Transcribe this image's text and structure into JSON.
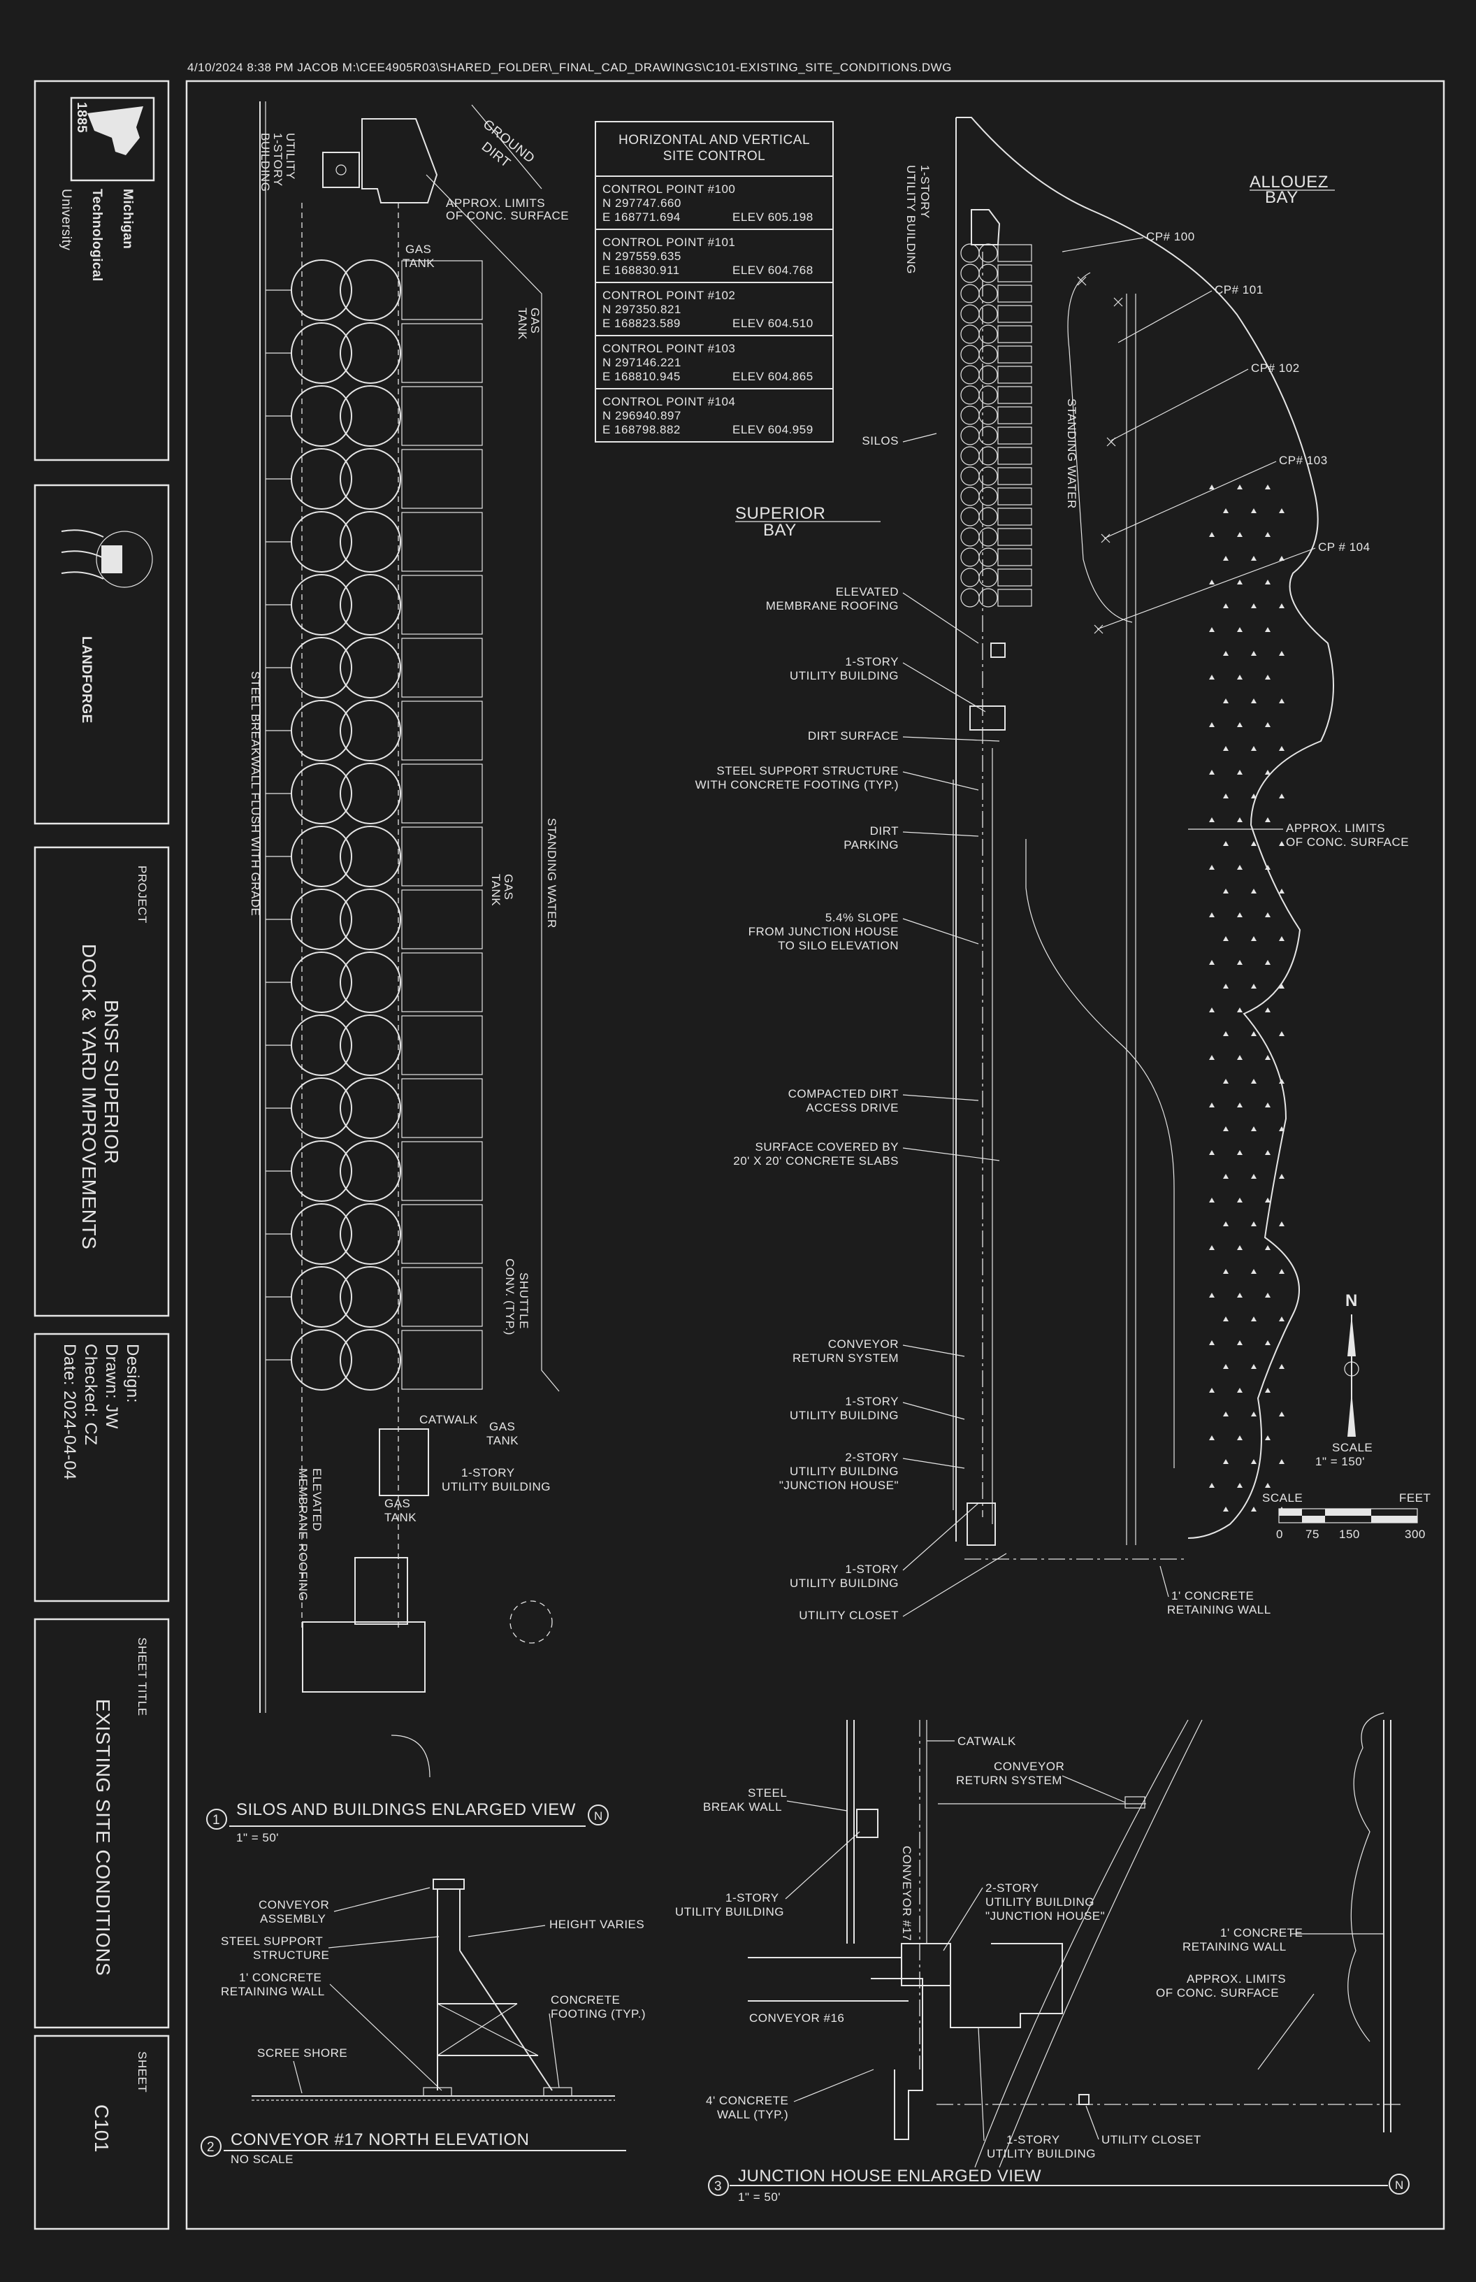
{
  "header": {
    "plot_stamp": "4/10/2024 8:38 PM JACOB M:\\CEE4905R03\\SHARED_FOLDER\\_FINAL_CAD_DRAWINGS\\C101-EXISTING_SITE_CONDITIONS.DWG"
  },
  "title_block": {
    "university": {
      "year": "1885",
      "line1": "Michigan",
      "line2": "Technological",
      "line3": "University"
    },
    "team_logo": "LANDFORGE",
    "project_heading": "PROJECT",
    "project_line1": "BNSF SUPERIOR",
    "project_line2": "DOCK & YARD IMPROVEMENTS",
    "design": "Design:",
    "drawn": "Drawn: JW",
    "checked": "Checked: CZ",
    "date": "Date: 2024-04-04",
    "sheet_title_heading": "SHEET TITLE",
    "sheet_title": "EXISTING SITE CONDITIONS",
    "sheet_heading": "SHEET",
    "sheet_number": "C101"
  },
  "control_table": {
    "title_line1": "HORIZONTAL AND VERTICAL",
    "title_line2": "SITE CONTROL",
    "points": [
      {
        "name": "CONTROL POINT #100",
        "n": "N 297747.660",
        "e": "E 168771.694",
        "elev": "ELEV 605.198"
      },
      {
        "name": "CONTROL POINT #101",
        "n": "N 297559.635",
        "e": "E 168830.911",
        "elev": "ELEV 604.768"
      },
      {
        "name": "CONTROL POINT #102",
        "n": "N 297350.821",
        "e": "E 168823.589",
        "elev": "ELEV 604.510"
      },
      {
        "name": "CONTROL POINT #103",
        "n": "N 297146.221",
        "e": "E 168810.945",
        "elev": "ELEV 604.865"
      },
      {
        "name": "CONTROL POINT #104",
        "n": "N 296940.897",
        "e": "E 168798.882",
        "elev": "ELEV 604.959"
      }
    ]
  },
  "view1": {
    "title": "SILOS AND BUILDINGS ENLARGED VIEW",
    "number": "1",
    "scale": "1\" = 50'",
    "labels": {
      "utility_top_1": "1-STORY",
      "utility_top_2": "UTILITY",
      "utility_top_3": "BUILDING",
      "ground_1": "GROUND",
      "ground_2": "DIRT",
      "conc_1": "APPROX. LIMITS",
      "conc_2": "OF CONC. SURFACE",
      "gas": "GAS",
      "tank": "TANK",
      "breakwall": "STEEL BREAKWALL FLUSH WITH GRADE",
      "standing_water": "STANDING WATER",
      "shuttle_1": "SHUTTLE",
      "shuttle_2": "CONV. (TYP.)",
      "catwalk": "CATWALK",
      "util_b_1": "1-STORY",
      "util_b_2": "UTILITY BUILDING",
      "elev_roof_1": "ELEVATED",
      "elev_roof_2": "MEMBRANE ROOFING"
    }
  },
  "site_plan": {
    "alloue_1": "ALLOUEZ",
    "alloue_2": "BAY",
    "superior_1": "SUPERIOR",
    "superior_2": "BAY",
    "standing_water": "STANDING WATER",
    "cp_labels": [
      "CP# 100",
      "CP# 101",
      "CP# 102",
      "CP# 103",
      "CP # 104"
    ],
    "left_labels": [
      {
        "l1": "1-STORY",
        "l2": "UTILITY BUILDING"
      },
      {
        "l1": "SILOS",
        "l2": ""
      },
      {
        "l1": "ELEVATED",
        "l2": "MEMBRANE ROOFING"
      },
      {
        "l1": "1-STORY",
        "l2": "UTILITY BUILDING"
      },
      {
        "l1": "DIRT SURFACE",
        "l2": ""
      },
      {
        "l1": "STEEL SUPPORT STRUCTURE",
        "l2": "WITH CONCRETE FOOTING (TYP.)"
      },
      {
        "l1": "DIRT",
        "l2": "PARKING"
      },
      {
        "l1": "5.4% SLOPE",
        "l2": "FROM JUNCTION HOUSE",
        "l3": "TO SILO ELEVATION"
      },
      {
        "l1": "COMPACTED DIRT",
        "l2": "ACCESS DRIVE"
      },
      {
        "l1": "SURFACE COVERED BY",
        "l2": "20' X 20' CONCRETE SLABS"
      },
      {
        "l1": "CONVEYOR",
        "l2": "RETURN SYSTEM"
      },
      {
        "l1": "1-STORY",
        "l2": "UTILITY BUILDING"
      },
      {
        "l1": "2-STORY",
        "l2": "UTILITY BUILDING",
        "l3": "\"JUNCTION HOUSE\""
      },
      {
        "l1": "1-STORY",
        "l2": "UTILITY BUILDING"
      },
      {
        "l1": "UTILITY CLOSET",
        "l2": ""
      }
    ],
    "conc_1": "APPROX. LIMITS",
    "conc_2": "OF CONC. SURFACE",
    "retaining_1": "1' CONCRETE",
    "retaining_2": "RETAINING WALL",
    "north": "N",
    "scale_label": "SCALE",
    "scale_value": "1\" = 150'",
    "bar_scale": "SCALE",
    "bar_feet": "FEET",
    "bar_ticks": [
      "0",
      "75",
      "150",
      "300"
    ]
  },
  "view2": {
    "title": "CONVEYOR #17 NORTH ELEVATION",
    "number": "2",
    "scale": "NO SCALE",
    "conv_1": "CONVEYOR",
    "conv_2": "ASSEMBLY",
    "steel_1": "STEEL SUPPORT",
    "steel_2": "STRUCTURE",
    "ret_1": "1' CONCRETE",
    "ret_2": "RETAINING WALL",
    "height": "HEIGHT VARIES",
    "footing_1": "CONCRETE",
    "footing_2": "FOOTING (TYP.)",
    "scree": "SCREE SHORE"
  },
  "view3": {
    "title": "JUNCTION HOUSE ENLARGED VIEW",
    "number": "3",
    "scale": "1\" = 50'",
    "catwalk": "CATWALK",
    "conv_ret_1": "CONVEYOR",
    "conv_ret_2": "RETURN SYSTEM",
    "steel_1": "STEEL",
    "steel_2": "BREAK WALL",
    "conveyor17": "CONVEYOR #17",
    "util_1": "1-STORY",
    "util_2": "UTILITY BUILDING",
    "jh_1": "2-STORY",
    "jh_2": "UTILITY BUILDING",
    "jh_3": "\"JUNCTION HOUSE\"",
    "ret_1": "1' CONCRETE",
    "ret_2": "RETAINING WALL",
    "conc_1": "APPROX. LIMITS",
    "conc_2": "OF CONC. SURFACE",
    "conveyor16": "CONVEYOR #16",
    "wall_1": "4' CONCRETE",
    "wall_2": "WALL (TYP.)",
    "util_b_1": "1-STORY",
    "util_b_2": "UTILITY BUILDING",
    "closet": "UTILITY CLOSET"
  }
}
